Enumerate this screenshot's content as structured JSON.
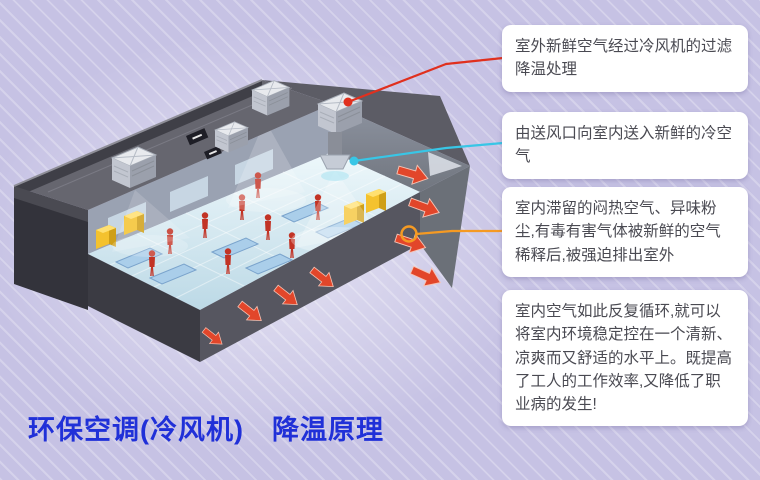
{
  "page": {
    "background_base_color": "#c6c2e4",
    "background_stripe_color": "#d9d6ef"
  },
  "title": {
    "text": "环保空调(冷风机)　降温原理",
    "color": "#2030d8"
  },
  "callouts": [
    {
      "text": "室外新鲜空气经过冷风机的过滤降温处理",
      "connector_color": "#e0301e",
      "marker": "filled-dot"
    },
    {
      "text": "由送风口向室内送入新鲜的冷空气",
      "connector_color": "#38c6e6",
      "marker": "filled-dot"
    },
    {
      "text": "室内滞留的闷热空气、异味粉尘,有毒有害气体被新鲜的空气稀释后,被强迫排出室外",
      "connector_color": "#f59a23",
      "marker": "ring"
    },
    {
      "text": "室内空气如此反复循环,就可以将室内环境稳定控在一个清新、凉爽而又舒适的水平上。既提高了工人的工作效率,又降低了职业病的发生!",
      "connector_color": "",
      "marker": ""
    }
  ],
  "illustration": {
    "description": "isometric cutaway factory building: rooftop evaporative air coolers, supply duct and diffuser blowing cool air inside, workers and machines on a cyan floor, red arrows showing hot air forced out through the right wall and front louvers",
    "colors": {
      "roof": "#66666f",
      "dark_walls": "#3b3b43",
      "floor": "#ddeef6",
      "cooler_units": "#e8eaee",
      "workers": "#c23325",
      "machines": "#f4c22e",
      "work_tables": "#aaceea",
      "exhaust_arrows": "#e2462a"
    }
  }
}
